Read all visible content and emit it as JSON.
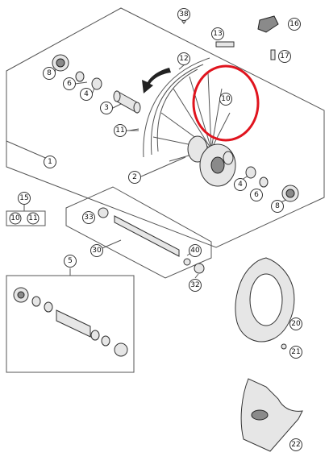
{
  "diagram": {
    "callouts": [
      {
        "key": "c38a",
        "label": "38"
      },
      {
        "key": "c16",
        "label": "16"
      },
      {
        "key": "c13",
        "label": "13"
      },
      {
        "key": "c17",
        "label": "17"
      },
      {
        "key": "c12",
        "label": "12"
      },
      {
        "key": "c8a",
        "label": "8"
      },
      {
        "key": "c6a",
        "label": "6"
      },
      {
        "key": "c4a",
        "label": "4"
      },
      {
        "key": "c3",
        "label": "3"
      },
      {
        "key": "c10",
        "label": "10"
      },
      {
        "key": "c11",
        "label": "11"
      },
      {
        "key": "c1",
        "label": "1"
      },
      {
        "key": "c2",
        "label": "2"
      },
      {
        "key": "c4b",
        "label": "4"
      },
      {
        "key": "c6b",
        "label": "6"
      },
      {
        "key": "c8b",
        "label": "8"
      },
      {
        "key": "c15",
        "label": "15"
      },
      {
        "key": "c10b",
        "label": "10"
      },
      {
        "key": "c11b",
        "label": "11"
      },
      {
        "key": "c33",
        "label": "33"
      },
      {
        "key": "c30",
        "label": "30"
      },
      {
        "key": "c40",
        "label": "40"
      },
      {
        "key": "c32",
        "label": "32"
      },
      {
        "key": "c5",
        "label": "5"
      },
      {
        "key": "c20",
        "label": "20"
      },
      {
        "key": "c21",
        "label": "21"
      },
      {
        "key": "c22",
        "label": "22"
      }
    ],
    "colors": {
      "highlight": "#e0141e",
      "outline": "#333333",
      "part_fill": "#e6e6e6"
    },
    "icons": {
      "rotation_arrow": "curved-arrow-icon"
    }
  }
}
